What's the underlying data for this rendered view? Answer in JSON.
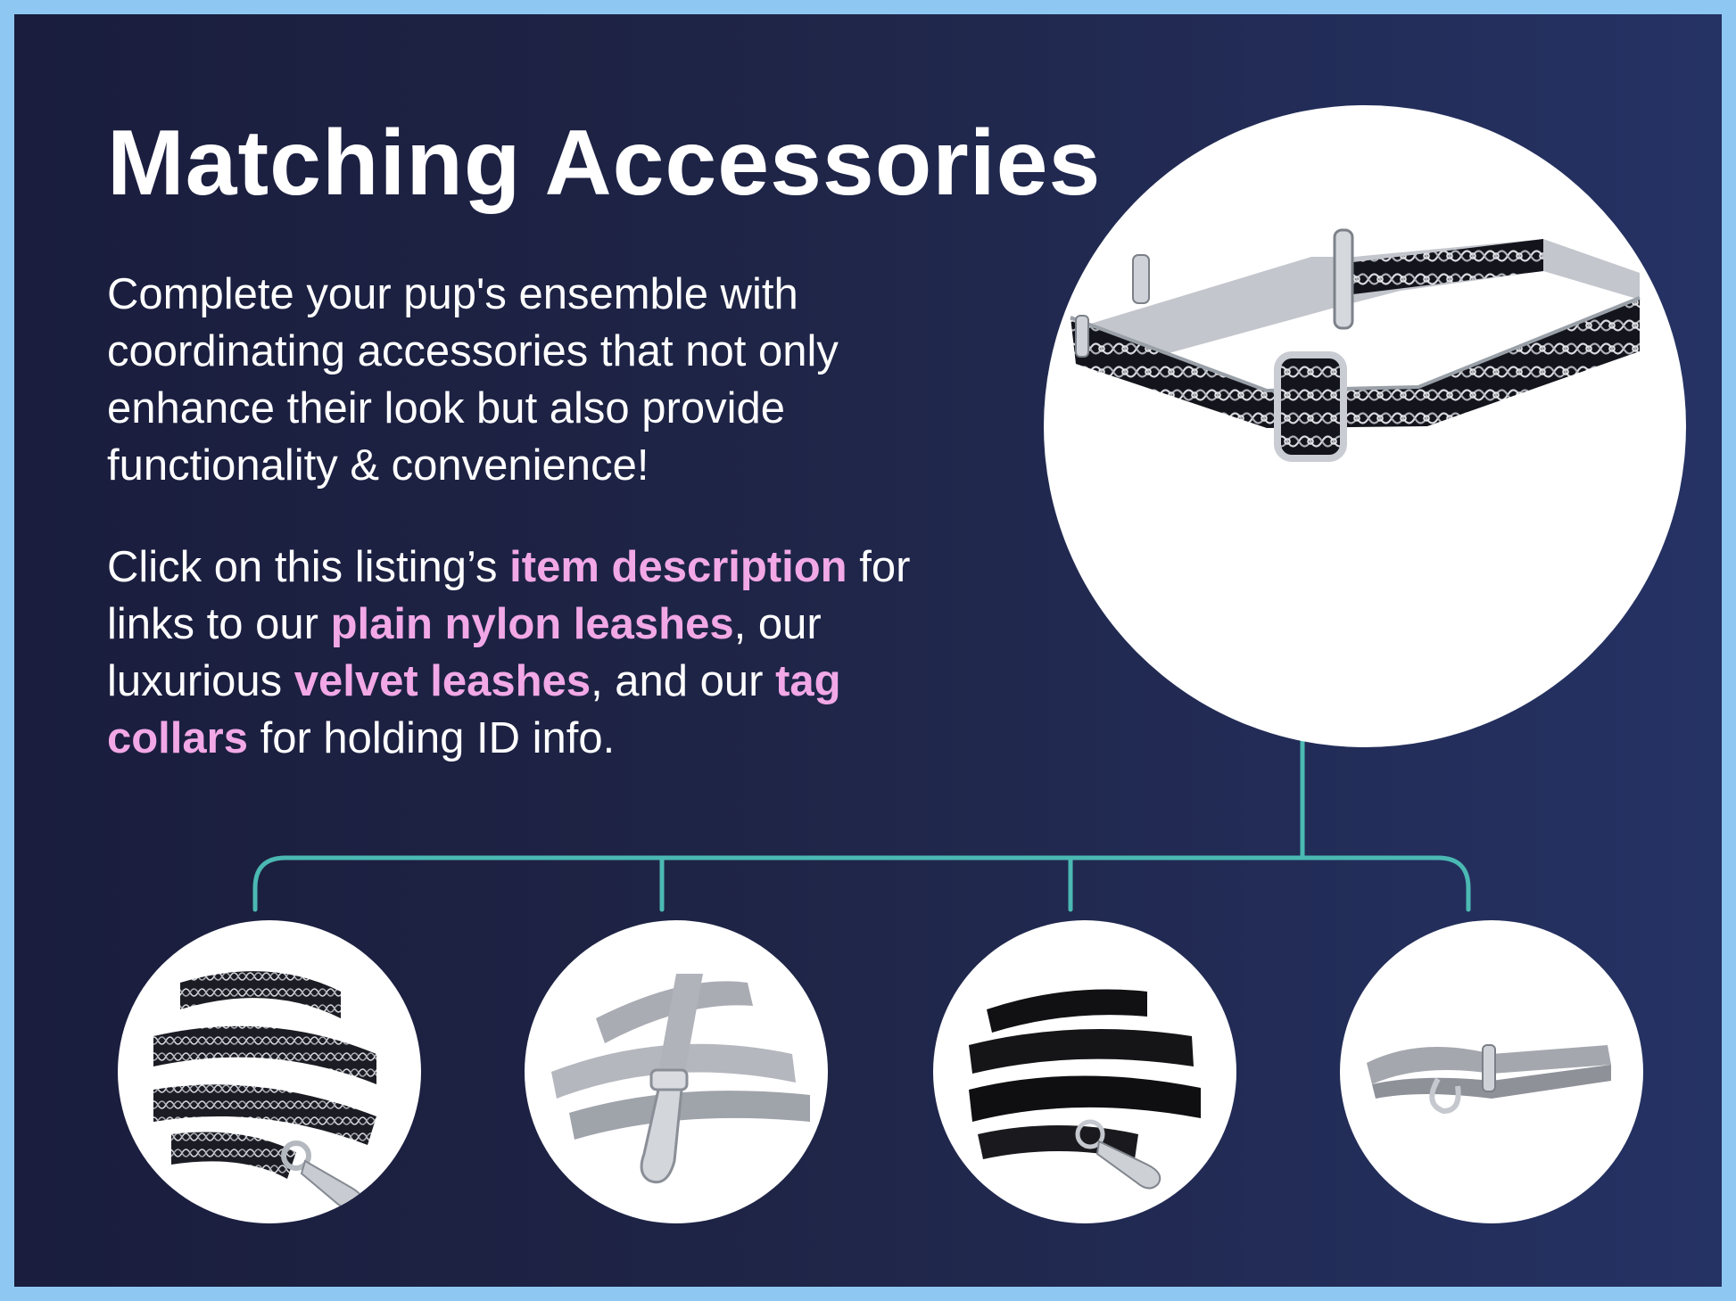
{
  "headline": "Matching Accessories",
  "intro": {
    "line1": "Complete your pup's ensemble with",
    "line2": "coordinating accessories that not only",
    "line3": "enhance their look but also provide",
    "line4": "functionality & convenience!"
  },
  "details": {
    "t1": "Click on this listing’s ",
    "link_item_description": "item description",
    "t2": " for links to our ",
    "link_plain_nylon_leashes": "plain nylon leashes",
    "t3": ", our luxurious ",
    "link_velvet_leashes": "velvet leashes",
    "t4": ", and our ",
    "link_tag_collars": "tag collars",
    "t5": " for holding ID info."
  },
  "products": [
    {
      "name": "celtic-knot-martingale-collar-icon"
    },
    {
      "name": "celtic-knot-leash-icon"
    },
    {
      "name": "plain-nylon-leash-icon"
    },
    {
      "name": "velvet-leash-icon"
    },
    {
      "name": "tag-collar-icon"
    }
  ],
  "colors": {
    "border": "#8ec8f2",
    "background_start": "#1a1d3d",
    "background_end": "#253264",
    "connector": "#4bb9b3",
    "highlight": "#f2a8e6",
    "text": "#ffffff"
  }
}
